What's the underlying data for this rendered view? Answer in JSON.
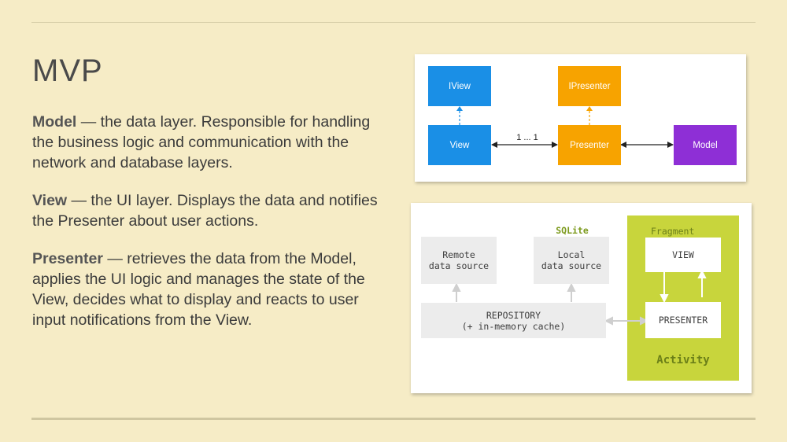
{
  "slide": {
    "title": "MVP",
    "paragraphs": [
      {
        "term": "Model",
        "text": " — the data layer. Responsible for handling the business logic and communication with the network and database layers."
      },
      {
        "term": "View",
        "text": " — the UI layer. Displays the data and notifies the Presenter about user actions."
      },
      {
        "term": "Presenter",
        "text": " — retrieves the data from the Model, applies the UI logic and manages the state of the View, decides what to display and reacts to user input notifications from the View."
      }
    ]
  },
  "diagram_mvp": {
    "iview": "IView",
    "ipresenter": "IPresenter",
    "view": "View",
    "presenter": "Presenter",
    "model": "Model",
    "relation": "1 ... 1",
    "colors": {
      "view": "#1a8fe6",
      "presenter": "#f7a300",
      "model": "#8e2fd6"
    }
  },
  "diagram_arch": {
    "sqlite": "SQLite",
    "remote": "Remote\ndata source",
    "local": "Local\ndata source",
    "repository": "REPOSITORY\n(+ in-memory cache)",
    "fragment": "Fragment",
    "view": "VIEW",
    "presenter": "PRESENTER",
    "activity": "Activity",
    "colors": {
      "fragment_bg": "#c8d53c",
      "box_gray": "#ececec",
      "label_green": "#7c9a1c"
    }
  }
}
